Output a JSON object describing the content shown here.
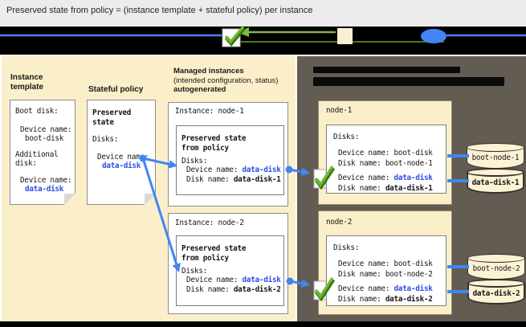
{
  "header": {
    "title": "Preserved state from policy = (instance template + stateful policy) per instance"
  },
  "legend": {
    "icons": [
      "green-checkmark-icon",
      "vm-box-icon",
      "persistent-disk-icon"
    ]
  },
  "instance_template": {
    "heading": "Instance template",
    "card": {
      "line1": "Boot disk:",
      "line2": "Device name:",
      "line3": "boot-disk",
      "line4": "Additional",
      "line5": "disk:",
      "line6": "Device name:",
      "line7": "data-disk"
    }
  },
  "stateful_policy": {
    "heading": "Stateful policy",
    "card": {
      "title1": "Preserved",
      "title2": "state",
      "line1": "Disks:",
      "line2": "Device name:",
      "line3": "data-disk"
    }
  },
  "managed_instances": {
    "heading_line1": "Managed instances",
    "heading_line2": "(intended configuration, status)",
    "heading_line3": "autogenerated",
    "instances": [
      {
        "title": "Instance: node-1",
        "inner_heading1": "Preserved state",
        "inner_heading2": "from policy",
        "disks": "Disks:",
        "device_label": "Device name: ",
        "device_value": "data-disk",
        "disk_label": "Disk name: ",
        "disk_value": "data-disk-1"
      },
      {
        "title": "Instance: node-2",
        "inner_heading1": "Preserved state",
        "inner_heading2": "from policy",
        "disks": "Disks:",
        "device_label": "Device name: ",
        "device_value": "data-disk",
        "disk_label": "Disk name: ",
        "disk_value": "data-disk-2"
      }
    ]
  },
  "vm_instances": [
    {
      "name": "node-1",
      "disks": "Disks:",
      "boot_device_label": "Device name: ",
      "boot_device_value": "boot-disk",
      "boot_disk_label": "Disk name: ",
      "boot_disk_value": "boot-node-1",
      "data_device_label": "Device name: ",
      "data_device_value": "data-disk",
      "data_disk_label": "Disk name: ",
      "data_disk_value": "data-disk-1",
      "disks_attached": [
        {
          "label": "boot-node-1",
          "emphasis": false
        },
        {
          "label": "data-disk-1",
          "emphasis": true
        }
      ]
    },
    {
      "name": "node-2",
      "disks": "Disks:",
      "boot_device_label": "Device name: ",
      "boot_device_value": "boot-disk",
      "boot_disk_label": "Disk name: ",
      "boot_disk_value": "boot-node-2",
      "data_device_label": "Device name: ",
      "data_device_value": "data-disk",
      "data_disk_label": "Disk name: ",
      "data_disk_value": "data-disk-2",
      "disks_attached": [
        {
          "label": "boot-node-2",
          "emphasis": false
        },
        {
          "label": "data-disk-2",
          "emphasis": true
        }
      ]
    }
  ],
  "colors": {
    "accent_blue": "#4285F4",
    "link_blue": "#2e4be3",
    "check_green": "#74b62e",
    "panel_beige": "#FBEFCA",
    "dark_panel": "#625C53",
    "band_black": "#000000"
  }
}
